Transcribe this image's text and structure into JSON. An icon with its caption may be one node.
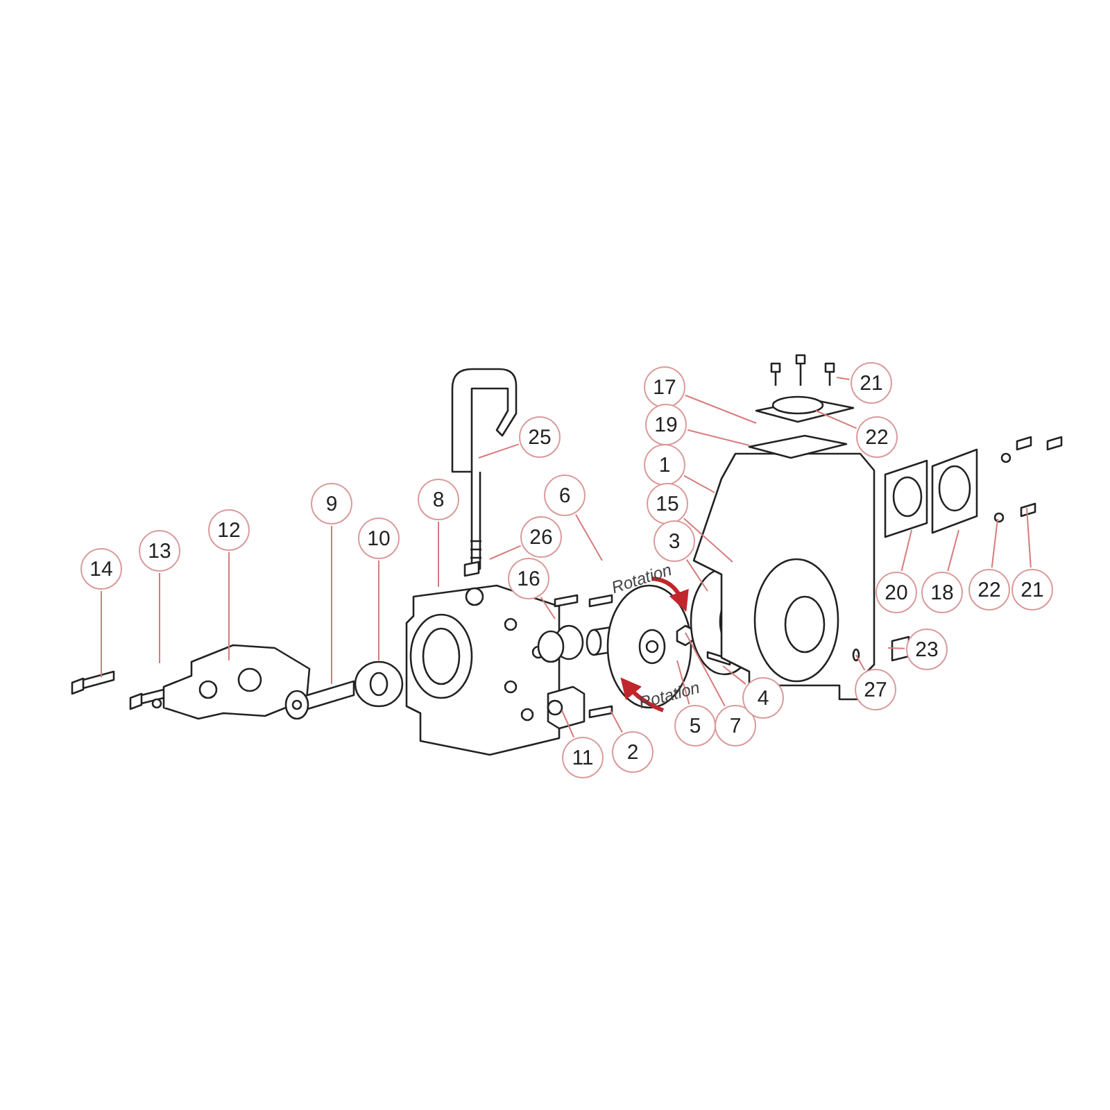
{
  "diagram": {
    "nodes": [
      {
        "text": [
          "14"
        ]
      },
      {
        "text": [
          "13"
        ]
      },
      {
        "text": [
          "12"
        ]
      },
      {
        "text": [
          "9"
        ]
      },
      {
        "text": [
          "10"
        ]
      },
      {
        "text": [
          "8"
        ]
      },
      {
        "text": [
          "25"
        ]
      },
      {
        "text": [
          "26"
        ]
      },
      {
        "text": [
          "16"
        ]
      },
      {
        "text": [
          "6"
        ]
      },
      {
        "text": [
          "11"
        ]
      },
      {
        "text": [
          "2"
        ]
      },
      {
        "text": [
          "17"
        ]
      },
      {
        "text": [
          "19"
        ]
      },
      {
        "text": [
          "1"
        ]
      },
      {
        "text": [
          "15"
        ]
      },
      {
        "text": [
          "3"
        ]
      },
      {
        "text": [
          "5"
        ]
      },
      {
        "text": [
          "7"
        ]
      },
      {
        "text": [
          "4"
        ]
      },
      {
        "text": [
          "21"
        ]
      },
      {
        "text": [
          "22"
        ]
      },
      {
        "text": [
          "20"
        ]
      },
      {
        "text": [
          "18"
        ]
      },
      {
        "text": [
          "22"
        ]
      },
      {
        "text": [
          "21"
        ]
      },
      {
        "text": [
          "23"
        ]
      },
      {
        "text": [
          "27"
        ]
      }
    ],
    "edges": [
      {
        "from": 0,
        "to": null,
        "arrow": "none"
      },
      {
        "from": 1,
        "to": null,
        "arrow": "none"
      },
      {
        "from": 2,
        "to": null,
        "arrow": "none"
      },
      {
        "from": 3,
        "to": null,
        "arrow": "none"
      },
      {
        "from": 4,
        "to": null,
        "arrow": "none"
      },
      {
        "from": 5,
        "to": null,
        "arrow": "none"
      },
      {
        "from": 6,
        "to": null,
        "arrow": "none"
      },
      {
        "from": 7,
        "to": null,
        "arrow": "none"
      },
      {
        "from": 8,
        "to": null,
        "arrow": "none"
      },
      {
        "from": 9,
        "to": null,
        "arrow": "none"
      },
      {
        "from": 10,
        "to": null,
        "arrow": "none"
      },
      {
        "from": 11,
        "to": null,
        "arrow": "none"
      },
      {
        "from": 12,
        "to": null,
        "arrow": "none"
      },
      {
        "from": 13,
        "to": null,
        "arrow": "none"
      },
      {
        "from": 14,
        "to": null,
        "arrow": "none"
      },
      {
        "from": 15,
        "to": null,
        "arrow": "none"
      },
      {
        "from": 16,
        "to": null,
        "arrow": "none"
      },
      {
        "from": 17,
        "to": null,
        "arrow": "none"
      },
      {
        "from": 18,
        "to": null,
        "arrow": "none"
      },
      {
        "from": 19,
        "to": null,
        "arrow": "none"
      },
      {
        "from": 20,
        "to": null,
        "arrow": "none"
      },
      {
        "from": 21,
        "to": null,
        "arrow": "none"
      },
      {
        "from": 22,
        "to": null,
        "arrow": "none"
      },
      {
        "from": 23,
        "to": null,
        "arrow": "none"
      },
      {
        "from": 24,
        "to": null,
        "arrow": "none"
      },
      {
        "from": 25,
        "to": null,
        "arrow": "none"
      },
      {
        "from": 26,
        "to": null,
        "arrow": "none"
      },
      {
        "from": 27,
        "to": null,
        "arrow": "none"
      }
    ],
    "labels": [
      "Rotation",
      "Rotation"
    ]
  }
}
